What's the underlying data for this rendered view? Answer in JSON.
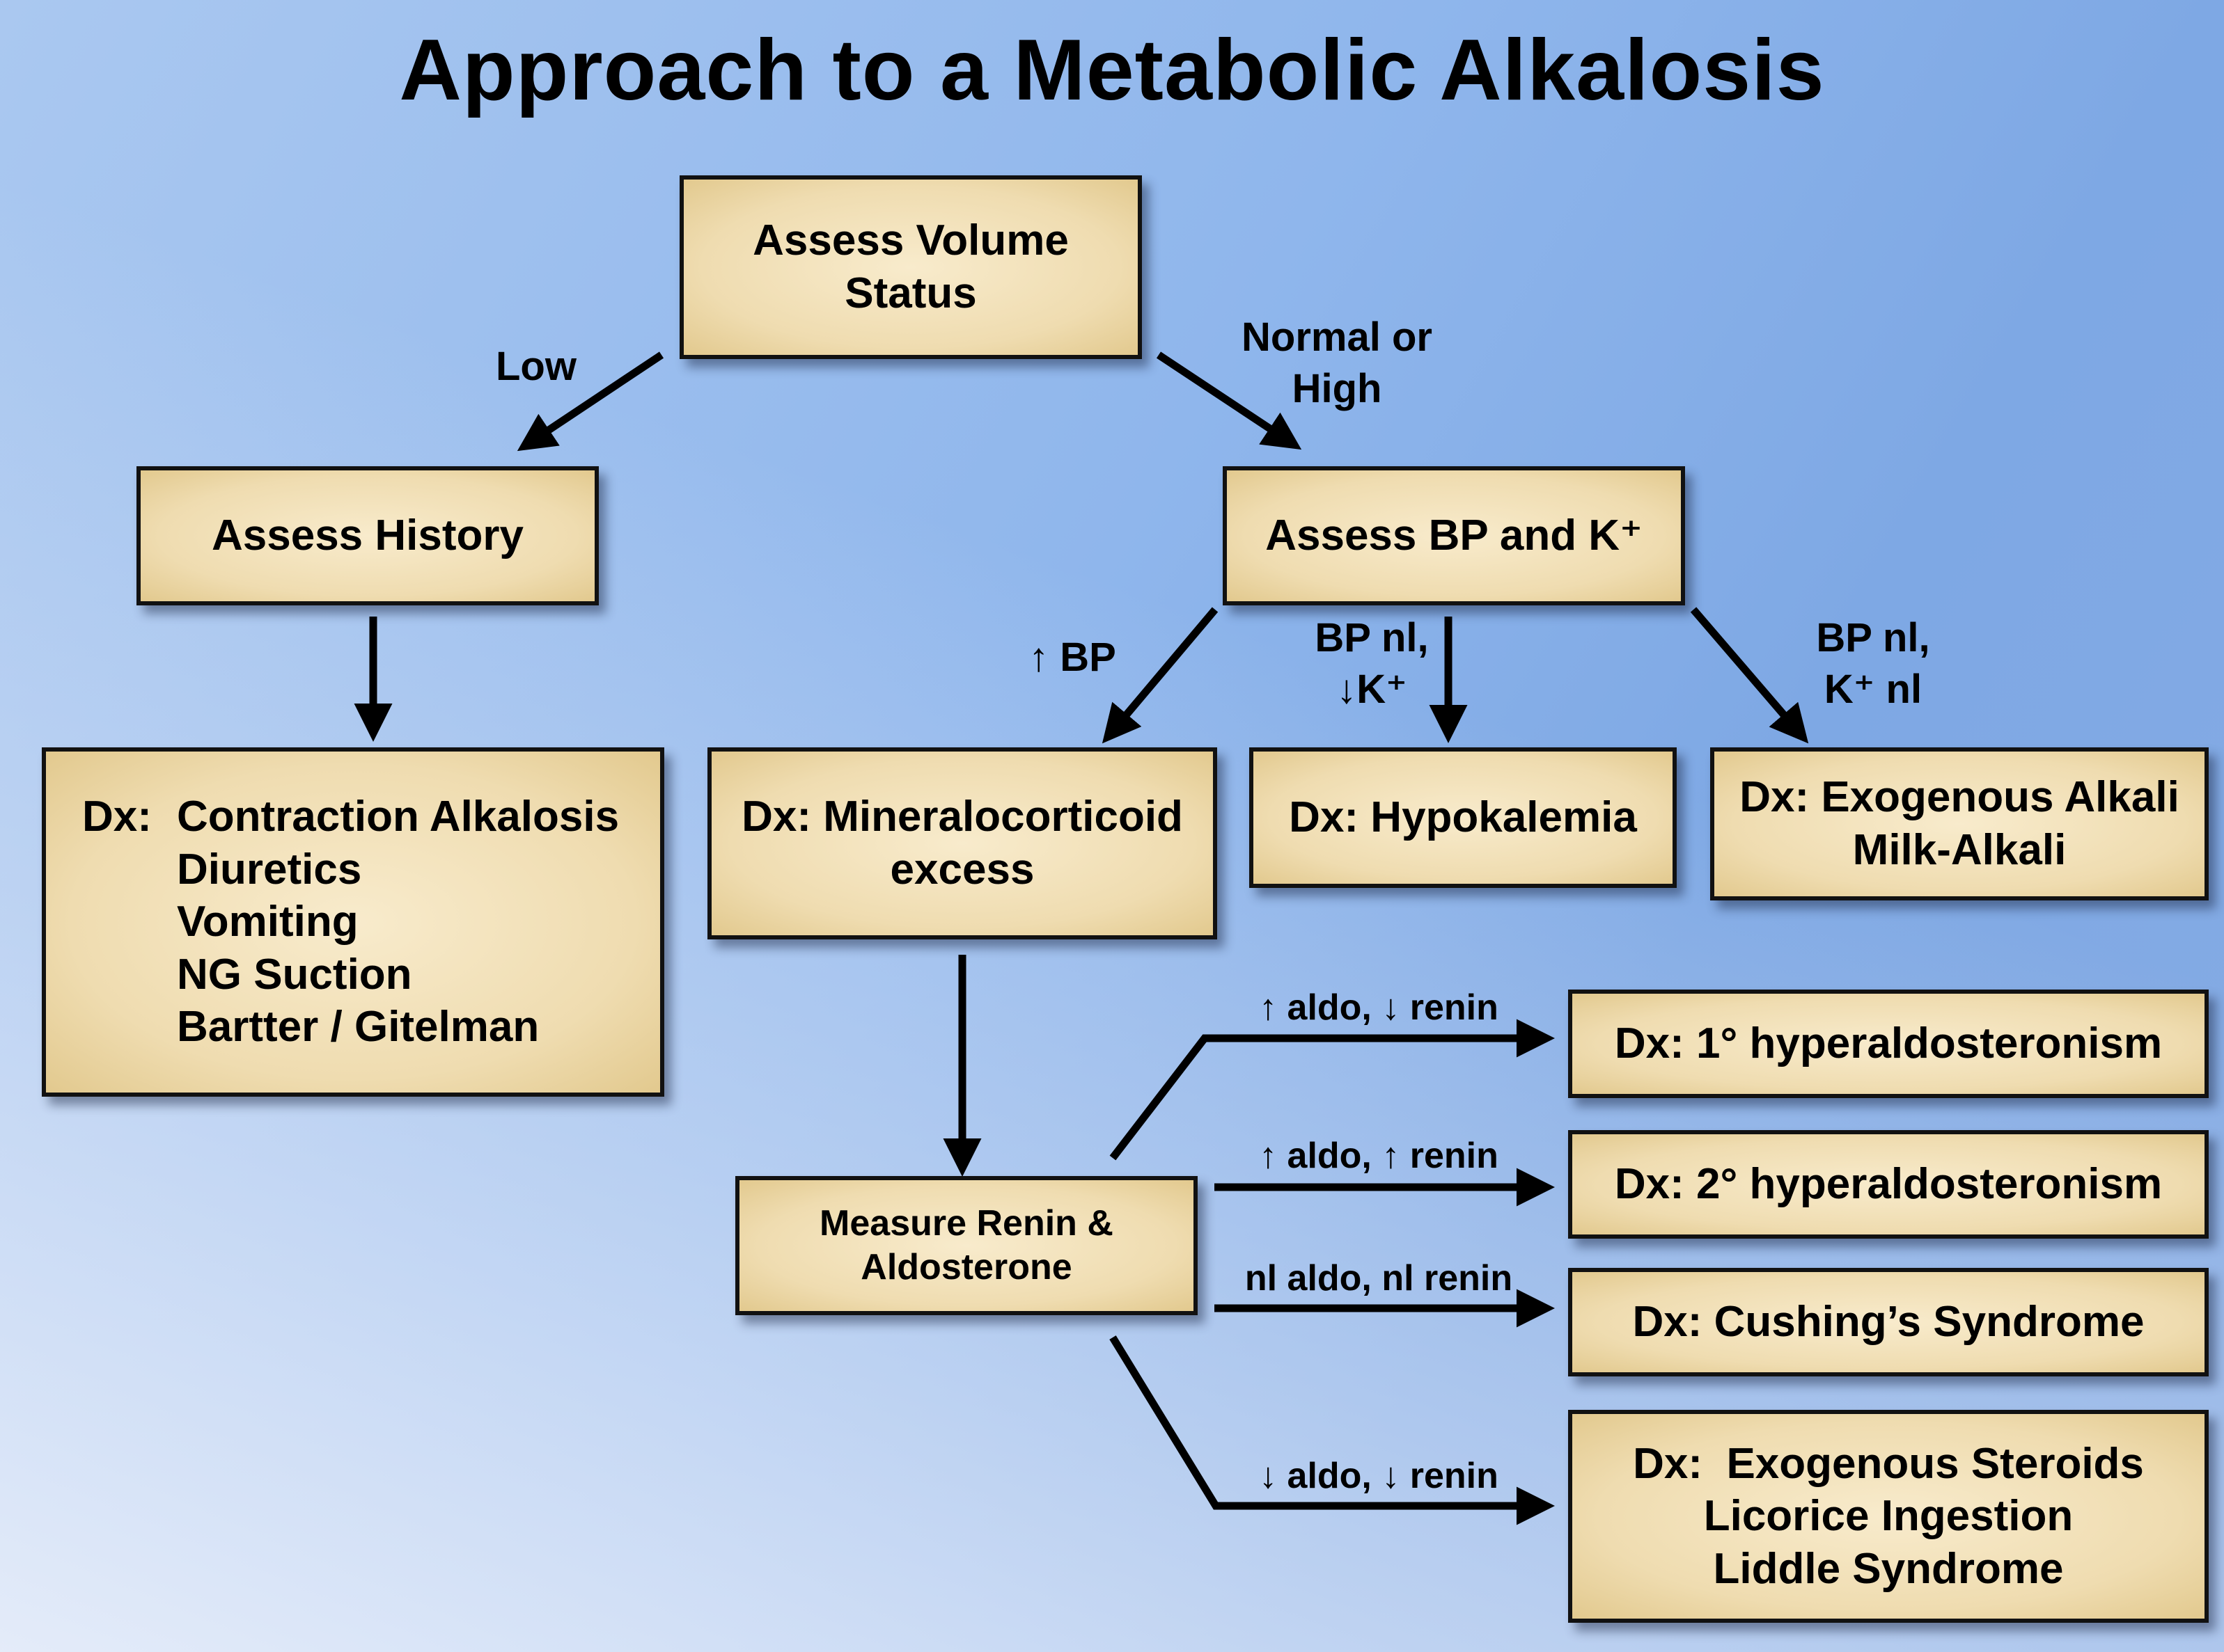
{
  "title": "Approach to a Metabolic Alkalosis",
  "nodes": {
    "volume": [
      "Assess Volume",
      "Status"
    ],
    "history": [
      "Assess History"
    ],
    "bp_k": [
      "Assess BP and K⁺"
    ],
    "contraction": {
      "prefix": "Dx:",
      "items": [
        "Contraction Alkalosis",
        "Diuretics",
        "Vomiting",
        "NG Suction",
        "Bartter / Gitelman"
      ]
    },
    "mineralocorticoid": [
      "Dx: Mineralocorticoid",
      "excess"
    ],
    "hypokalemia": [
      "Dx: Hypokalemia"
    ],
    "exogenous_alkali": [
      "Dx: Exogenous Alkali",
      "Milk-Alkali"
    ],
    "renin_aldo": [
      "Measure Renin &",
      "Aldosterone"
    ],
    "primary_hyperaldo": [
      "Dx: 1° hyperaldosteronism"
    ],
    "secondary_hyperaldo": [
      "Dx: 2° hyperaldosteronism"
    ],
    "cushing": [
      "Dx: Cushing’s Syndrome"
    ],
    "steroids": [
      "Dx:  Exogenous Steroids",
      "Licorice Ingestion",
      "Liddle Syndrome"
    ]
  },
  "edges": {
    "low": [
      "Low"
    ],
    "normal_high": [
      "Normal or",
      "High"
    ],
    "high_bp": [
      "↑ BP"
    ],
    "bp_nl_low_k": [
      "BP nl,",
      "↓K⁺"
    ],
    "bp_nl_k_nl": [
      "BP nl,",
      "K⁺ nl"
    ],
    "up_aldo_down_renin": [
      "↑ aldo, ↓ renin"
    ],
    "up_aldo_up_renin": [
      "↑ aldo, ↑ renin"
    ],
    "nl_aldo_nl_renin": [
      "nl aldo, nl renin"
    ],
    "down_aldo_down_renin": [
      "↓ aldo, ↓ renin"
    ]
  }
}
